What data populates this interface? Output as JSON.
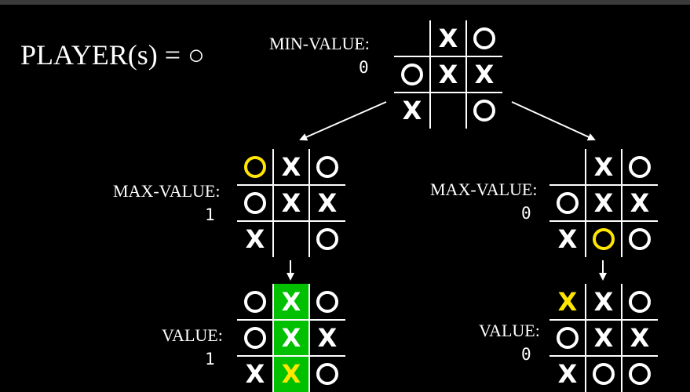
{
  "title_text": "PLAYER(s) = ○",
  "nodes": {
    "root": {
      "label": "MIN-VALUE:",
      "value": "0",
      "cells": [
        {
          "m": ""
        },
        {
          "m": "X"
        },
        {
          "m": "O"
        },
        {
          "m": "O"
        },
        {
          "m": "X"
        },
        {
          "m": "X"
        },
        {
          "m": "X"
        },
        {
          "m": ""
        },
        {
          "m": "O"
        }
      ]
    },
    "left_max": {
      "label": "MAX-VALUE:",
      "value": "1",
      "cells": [
        {
          "m": "O",
          "c": "yellow"
        },
        {
          "m": "X"
        },
        {
          "m": "O"
        },
        {
          "m": "O"
        },
        {
          "m": "X"
        },
        {
          "m": "X"
        },
        {
          "m": "X"
        },
        {
          "m": ""
        },
        {
          "m": "O"
        }
      ]
    },
    "right_max": {
      "label": "MAX-VALUE:",
      "value": "0",
      "cells": [
        {
          "m": ""
        },
        {
          "m": "X"
        },
        {
          "m": "O"
        },
        {
          "m": "O"
        },
        {
          "m": "X"
        },
        {
          "m": "X"
        },
        {
          "m": "X"
        },
        {
          "m": "O",
          "c": "yellow"
        },
        {
          "m": "O"
        }
      ]
    },
    "left_value": {
      "label": "VALUE:",
      "value": "1",
      "cells": [
        {
          "m": "O"
        },
        {
          "m": "X",
          "bg": "green"
        },
        {
          "m": "O"
        },
        {
          "m": "O"
        },
        {
          "m": "X",
          "bg": "green"
        },
        {
          "m": "X"
        },
        {
          "m": "X"
        },
        {
          "m": "X",
          "bg": "green",
          "c": "yellow"
        },
        {
          "m": "O"
        }
      ]
    },
    "right_value": {
      "label": "VALUE:",
      "value": "0",
      "cells": [
        {
          "m": "X",
          "c": "yellow"
        },
        {
          "m": "X"
        },
        {
          "m": "O"
        },
        {
          "m": "O"
        },
        {
          "m": "X"
        },
        {
          "m": "X"
        },
        {
          "m": "X"
        },
        {
          "m": "O"
        },
        {
          "m": "O"
        }
      ]
    }
  },
  "colors": {
    "highlight_yellow": "#ffe600",
    "win_green": "#00c000"
  }
}
